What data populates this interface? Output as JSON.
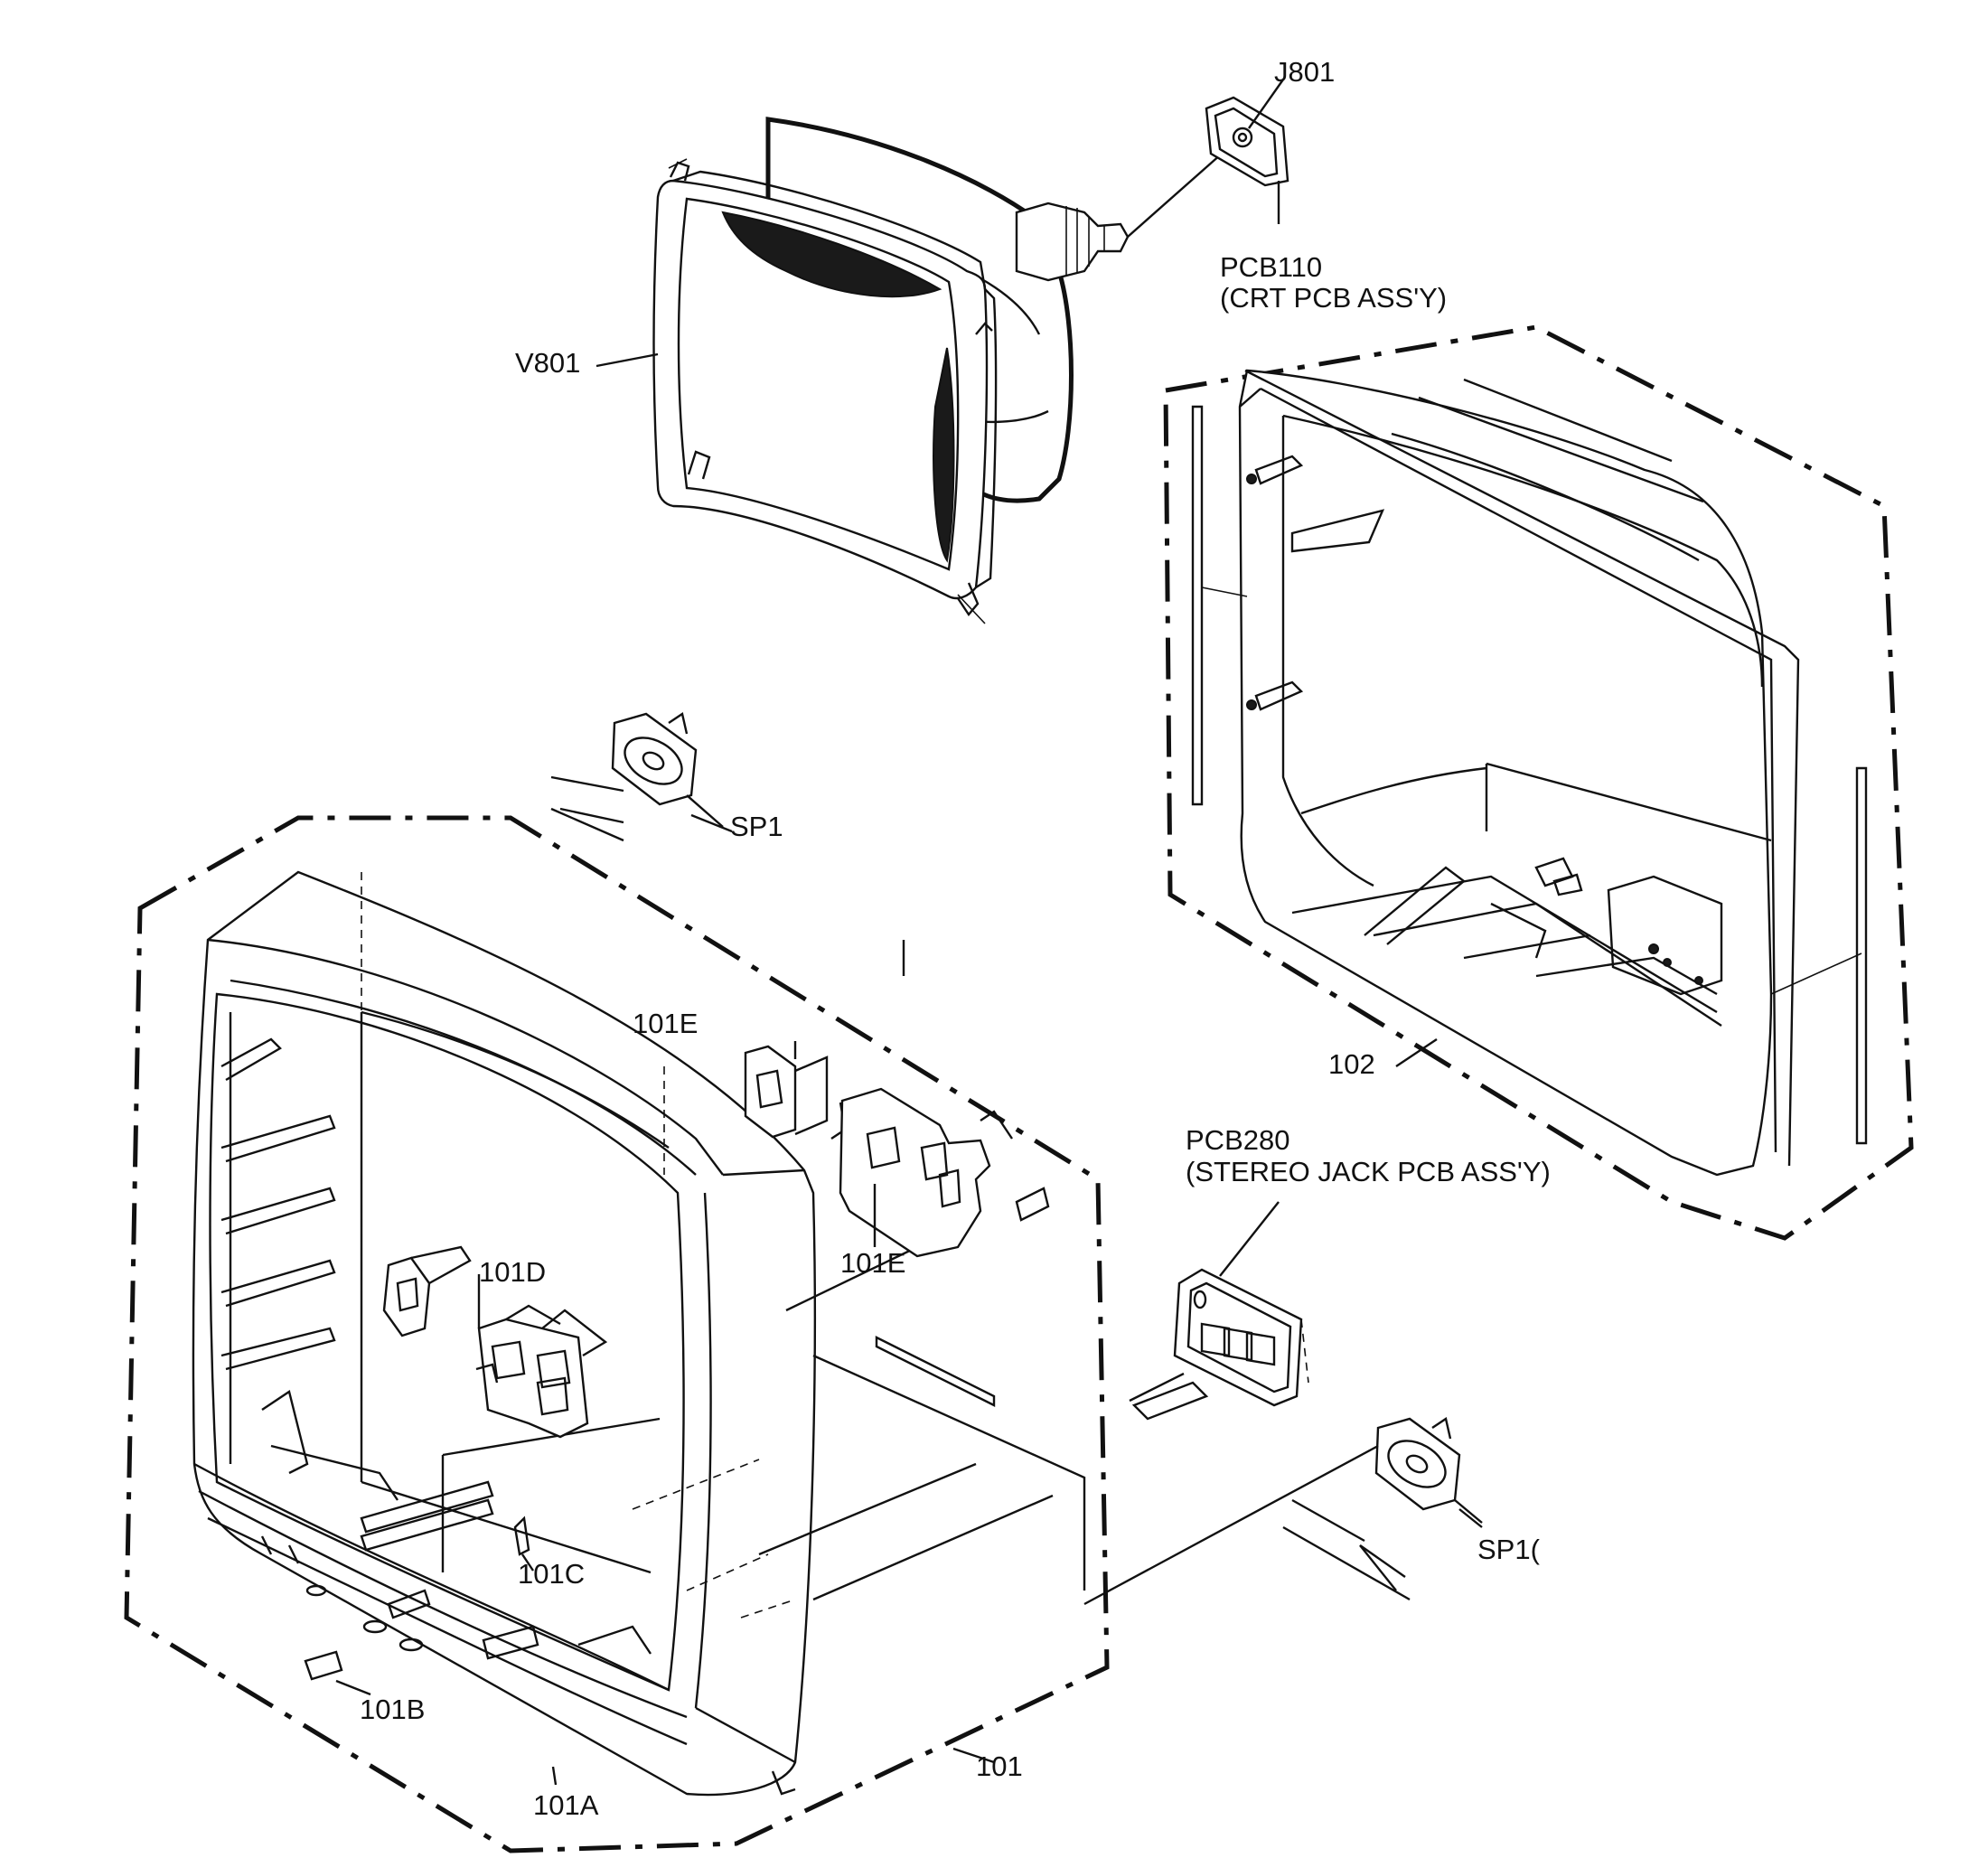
{
  "labels": {
    "j801": "J801",
    "pcb110": "PCB110",
    "pcb110_desc": "(CRT PCB ASS'Y)",
    "v801": "V801",
    "sp1_top": "SP1",
    "part_101e_a": "101E",
    "part_101e_b": "101E",
    "part_101d": "101D",
    "part_102": "102",
    "pcb280": "PCB280",
    "pcb280_desc": "(STEREO JACK PCB ASS'Y)",
    "part_101c": "101C",
    "sp1_bottom": "SP1(",
    "part_101b": "101B",
    "part_101": "101",
    "part_101a": "101A"
  }
}
